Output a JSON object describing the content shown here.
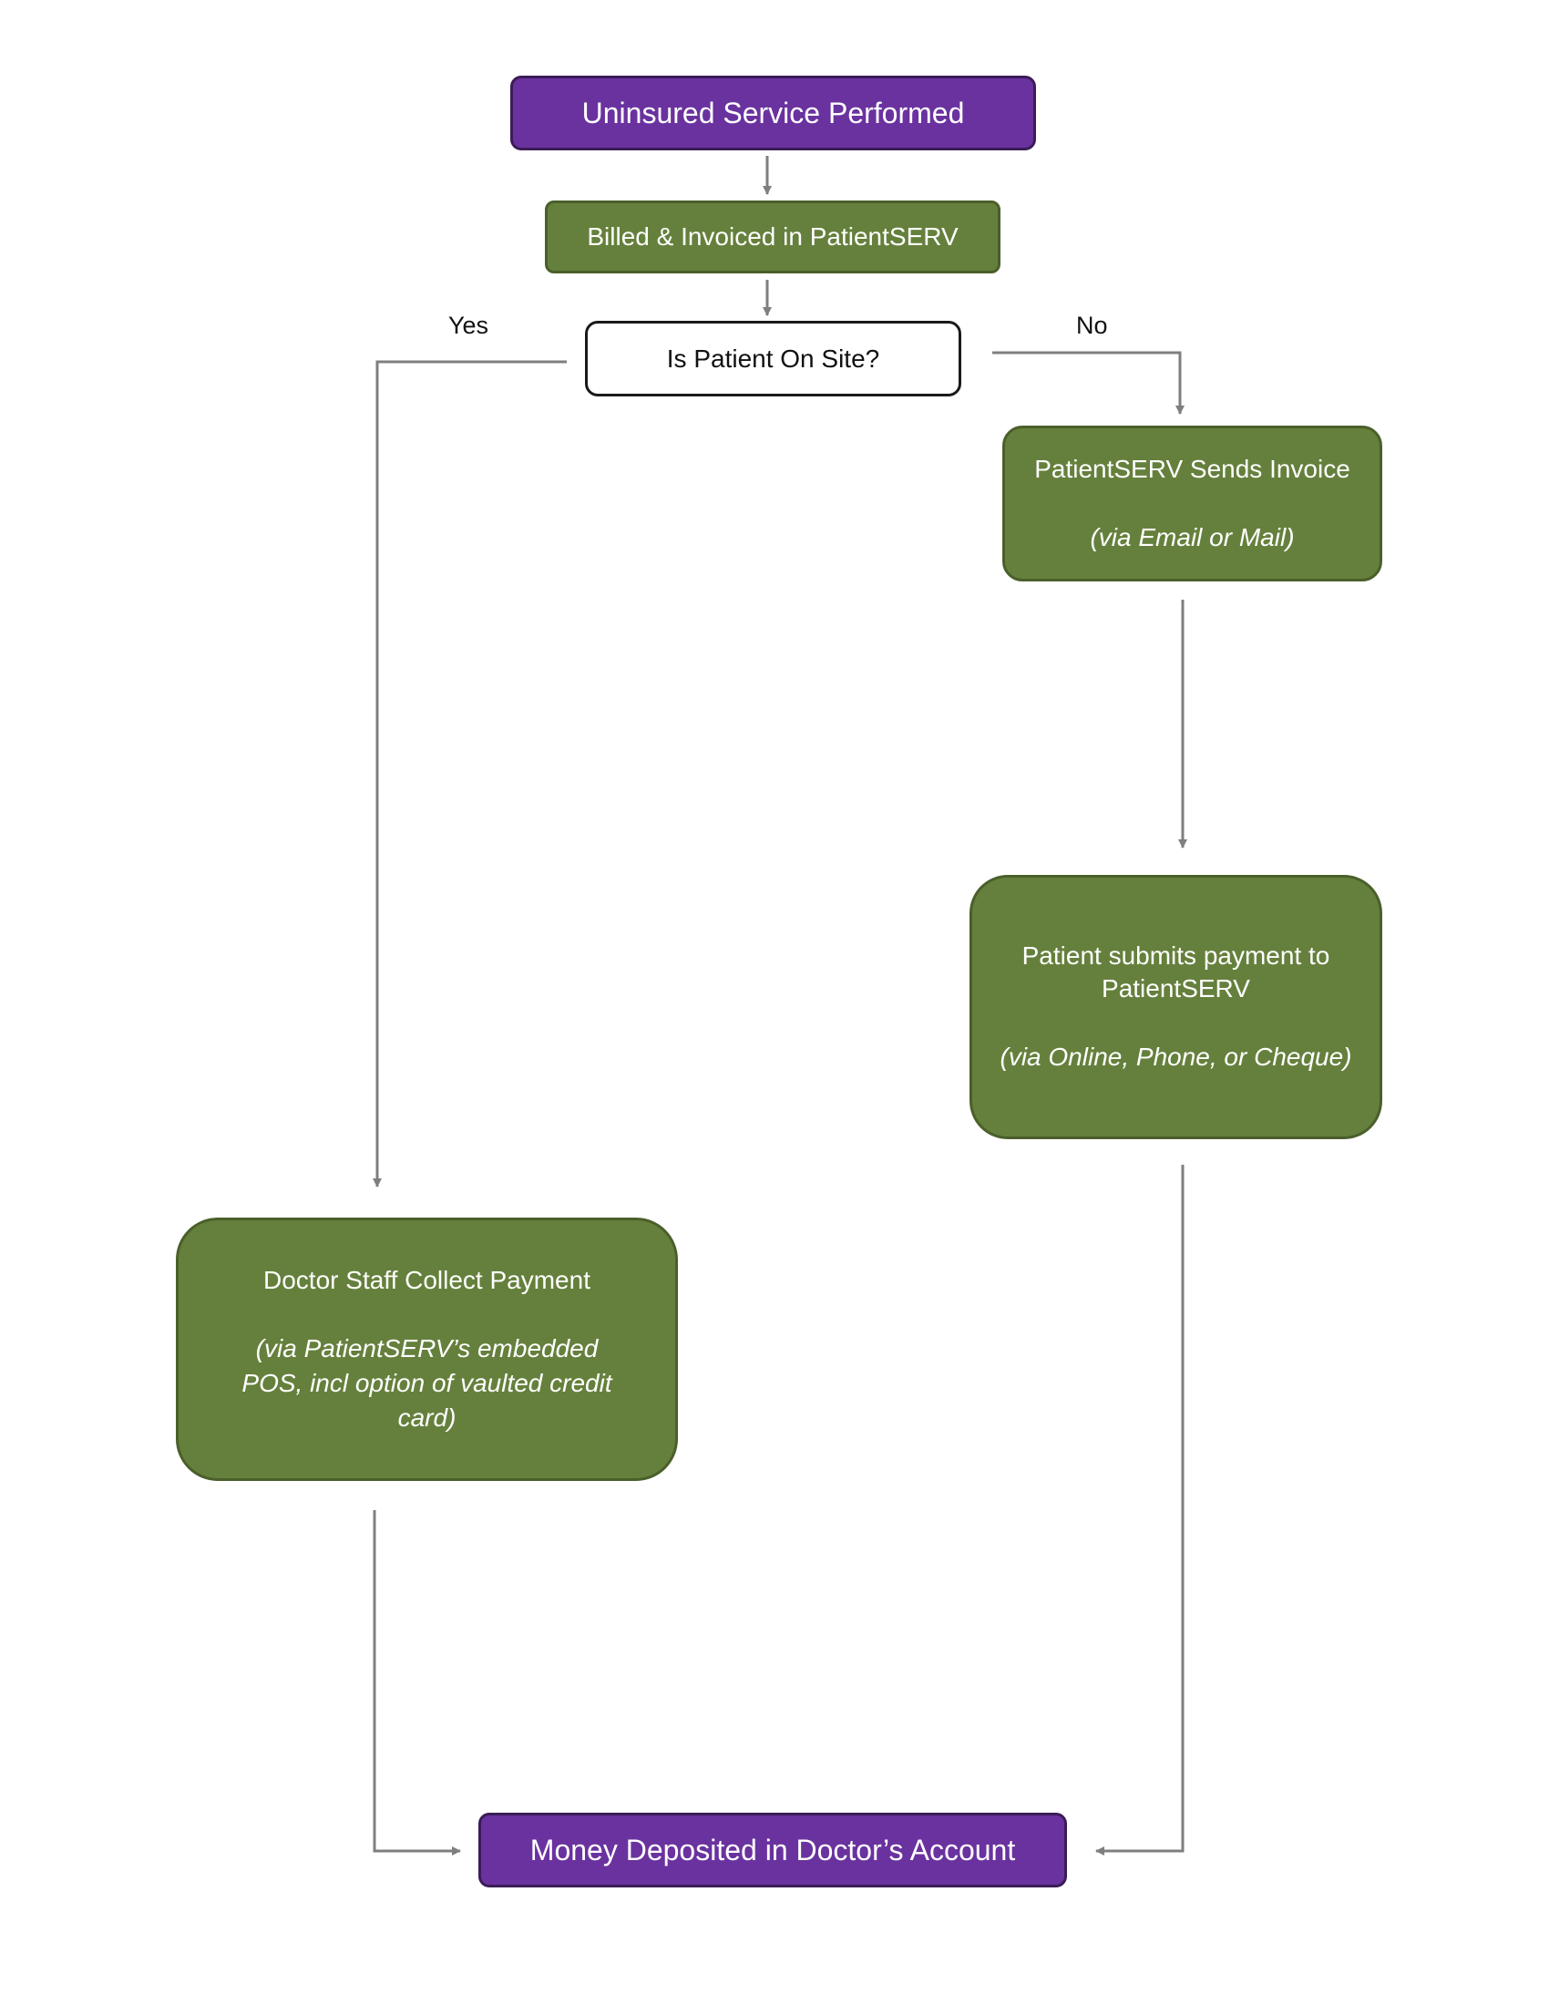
{
  "colors": {
    "terminal": "#6a329f",
    "process": "#65803c",
    "decision_fill": "#ffffff",
    "connector": "#7f7f7f"
  },
  "nodes": {
    "start": {
      "label": "Uninsured Service Performed"
    },
    "billed": {
      "label": "Billed & Invoiced in PatientSERV"
    },
    "decision": {
      "label": "Is Patient On Site?"
    },
    "sends_invoice": {
      "label": "PatientSERV Sends Invoice",
      "note": "(via Email or Mail)"
    },
    "patient_submits": {
      "label": "Patient submits payment to PatientSERV",
      "note": "(via Online, Phone, or Cheque)"
    },
    "staff_collect": {
      "label": "Doctor Staff Collect Payment",
      "note": "(via PatientSERV’s embedded POS, incl option of vaulted credit card)"
    },
    "deposit": {
      "label": "Money Deposited in Doctor’s Account"
    }
  },
  "edge_labels": {
    "yes": "Yes",
    "no": "No"
  }
}
